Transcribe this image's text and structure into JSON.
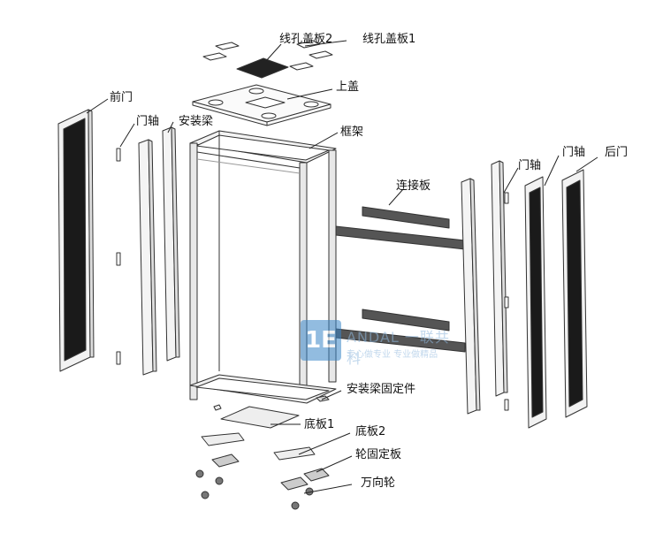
{
  "labels": {
    "cable_cover_2": "线孔盖板2",
    "cable_cover_1": "线孔盖板1",
    "top_cover": "上盖",
    "front_door": "前门",
    "door_hinge_left": "门轴",
    "mounting_beam": "安装梁",
    "frame": "框架",
    "connecting_plate": "连接板",
    "door_hinge_right_1": "门轴",
    "door_hinge_right_2": "门轴",
    "rear_door": "后门",
    "beam_fixing_part": "安装梁固定件",
    "bottom_plate_1": "底板1",
    "bottom_plate_2": "底板2",
    "wheel_fixing_plate": "轮固定板",
    "caster": "万向轮"
  },
  "watermark": {
    "logo": "1E",
    "line1": "ANDAL 一联共科",
    "line2": "专心做专业 专业做精品",
    "color": "#3a86c8"
  }
}
